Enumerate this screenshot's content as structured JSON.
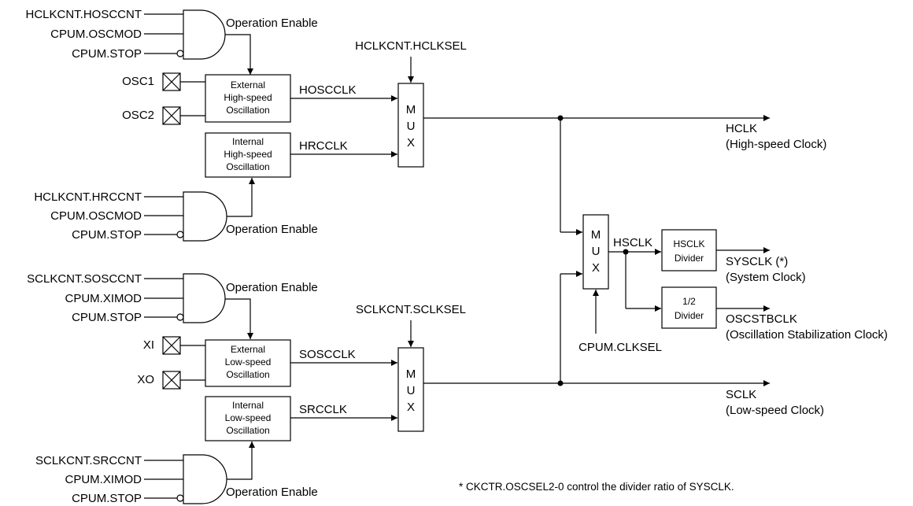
{
  "top_gate": {
    "inputs": [
      "HCLKCNT.HOSCCNT",
      "CPUM.OSCMOD",
      "CPUM.STOP"
    ],
    "enable_label": "Operation Enable"
  },
  "pins": {
    "osc1": "OSC1",
    "osc2": "OSC2",
    "xi": "XI",
    "xo": "XO"
  },
  "ext_hs": {
    "l1": "External",
    "l2": "High-speed",
    "l3": "Oscillation"
  },
  "int_hs": {
    "l1": "Internal",
    "l2": "High-speed",
    "l3": "Oscillation"
  },
  "hs_gate": {
    "inputs": [
      "HCLKCNT.HRCCNT",
      "CPUM.OSCMOD",
      "CPUM.STOP"
    ],
    "enable_label": "Operation Enable"
  },
  "signals": {
    "hosc": "HOSCCLK",
    "hrc": "HRCCLK",
    "sosc": "SOSCCLK",
    "src": "SRCCLK",
    "hsclk": "HSCLK"
  },
  "mux_sel": {
    "h": "HCLKCNT.HCLKSEL",
    "s": "SCLKCNT.SCLKSEL",
    "c": "CPUM.CLKSEL"
  },
  "mux_letters": [
    "M",
    "U",
    "X"
  ],
  "outputs": {
    "hclk": "HCLK",
    "hclk_desc": "(High-speed Clock)",
    "sclk": "SCLK",
    "sclk_desc": "(Low-speed Clock)",
    "sysclk": "SYSCLK (*)",
    "sysclk_desc": "(System Clock)",
    "oscstb": "OSCSTBCLK",
    "oscstb_desc": "(Oscillation Stabilization Clock)"
  },
  "dividers": {
    "hs_l1": "HSCLK",
    "hs_l2": "Divider",
    "half_l1": "1/2",
    "half_l2": "Divider"
  },
  "ls_gate": {
    "inputs": [
      "SCLKCNT.SOSCCNT",
      "CPUM.XIMOD",
      "CPUM.STOP"
    ],
    "enable_label": "Operation Enable"
  },
  "ext_ls": {
    "l1": "External",
    "l2": "Low-speed",
    "l3": "Oscillation"
  },
  "int_ls": {
    "l1": "Internal",
    "l2": "Low-speed",
    "l3": "Oscillation"
  },
  "lsi_gate": {
    "inputs": [
      "SCLKCNT.SRCCNT",
      "CPUM.XIMOD",
      "CPUM.STOP"
    ],
    "enable_label": "Operation Enable"
  },
  "footnote": "* CKCTR.OSCSEL2-0 control the divider ratio of SYSCLK."
}
